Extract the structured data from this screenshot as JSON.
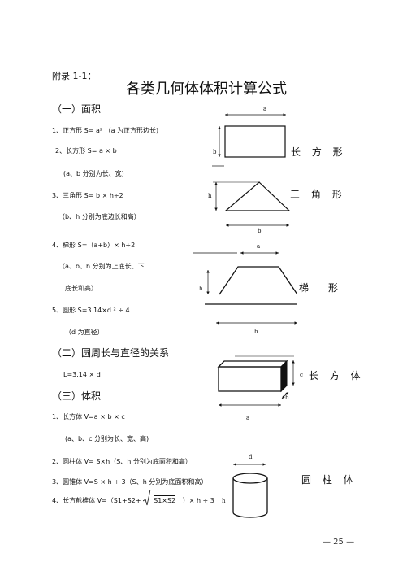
{
  "appendix": "附录 1-1：",
  "title": "各类几何体体积计算公式",
  "section_area": "（一）面积",
  "item1": "1、正方形 S= a² （a 为正方形边长)",
  "item2": "2、长方形 S= a × b",
  "item2_note": "(a、b 分别为长、宽)",
  "item3": "3、三角形 S= b × h÷2",
  "item3_note": "（b、h 分别为底边长和高）",
  "item4": "4、梯形 S=（a+b）× h÷2",
  "item4_note1": "（a、b、h 分别为上底长、下",
  "item4_note2": "底长和高）",
  "item5": "5、圆形 S=3.14×d ² ÷ 4",
  "item5_note": "（d 为直径）",
  "section_circle": "（二）圆周长与直径的关系",
  "circle_formula": "L=3.14 × d",
  "section_volume": "（三）体积",
  "v1": "1、长方体 V=a × b × c",
  "v1_note": "(a、b、c 分别为长、宽、高)",
  "v2": "2、圆柱体 V= S×h（S、h 分别为底面积和高）",
  "v3": "3、圆锥体 V=S × h ÷ 3（S、h 分别为底面积和高）",
  "v4_a": "4、长方截椎体 V=（S1+S2+",
  "v4_root": "S1×S2",
  "v4_b": "）× h ÷ 3",
  "figures": {
    "rect": {
      "label": "长 方 形",
      "a": "a",
      "b": "b"
    },
    "triangle": {
      "label": "三 角 形",
      "h": "h",
      "b": "b"
    },
    "trapezoid": {
      "label": "梯　　形",
      "a": "a",
      "h": "h",
      "b": "b"
    },
    "cuboid": {
      "label": "长 方 体",
      "a": "a",
      "b": "b",
      "c": "c"
    },
    "cylinder": {
      "label": "圆 柱 体",
      "d": "d",
      "h": "h"
    }
  },
  "page_number": "— 25 —"
}
